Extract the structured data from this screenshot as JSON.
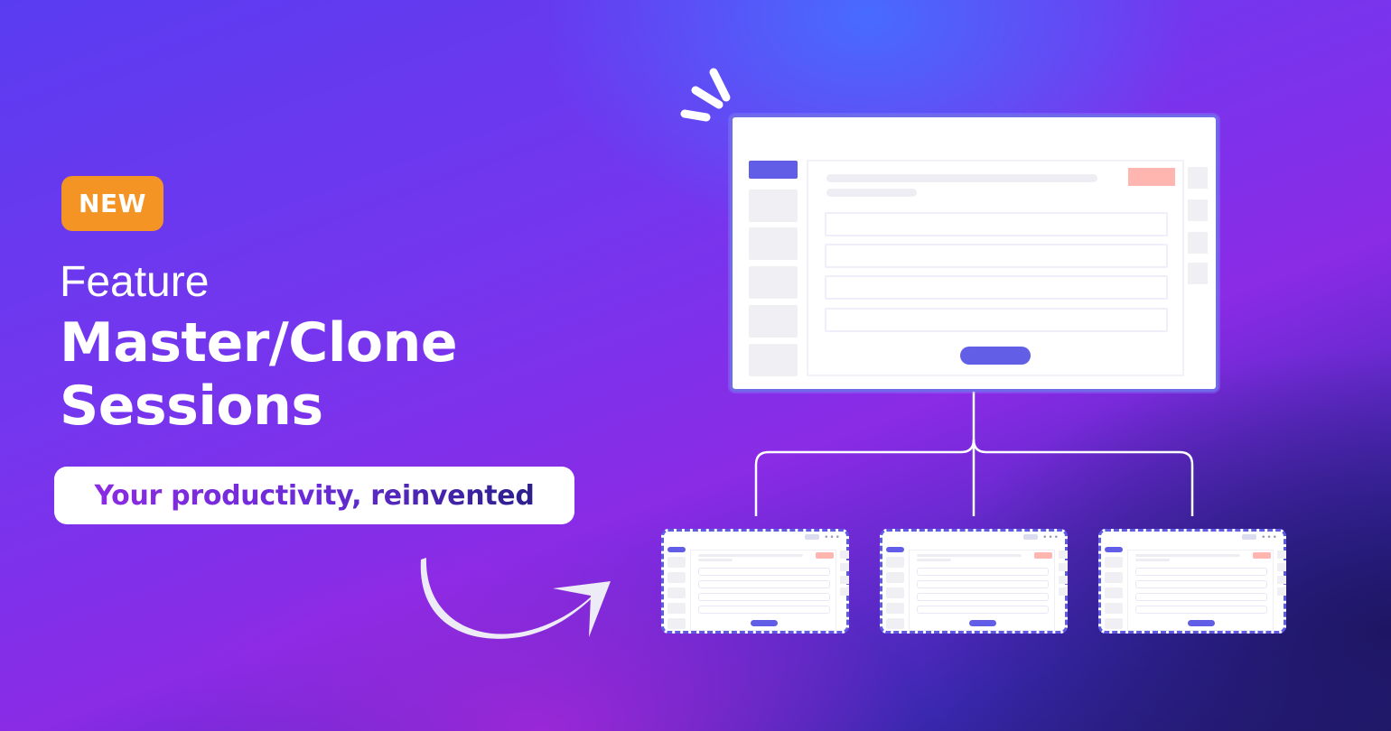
{
  "badge": {
    "label": "NEW",
    "color": "#f39424"
  },
  "heading": {
    "eyebrow": "Feature",
    "title_line1": "Master/Clone",
    "title_line2": "Sessions"
  },
  "tagline": {
    "text": "Your productivity, reinvented"
  },
  "diagram": {
    "master_window": {
      "role": "master session",
      "accent": "#625de6",
      "alert_color": "#ffb5b0",
      "fields": 4,
      "sidebar_items": 5
    },
    "clone_windows": [
      {
        "role": "clone session 1",
        "dots": "•••"
      },
      {
        "role": "clone session 2",
        "dots": "•••"
      },
      {
        "role": "clone session 3",
        "dots": "•••"
      }
    ]
  },
  "colors": {
    "background_start": "#5a3cf0",
    "background_mid": "#8a2be6",
    "background_end": "#221a6e",
    "accent": "#625de6"
  }
}
